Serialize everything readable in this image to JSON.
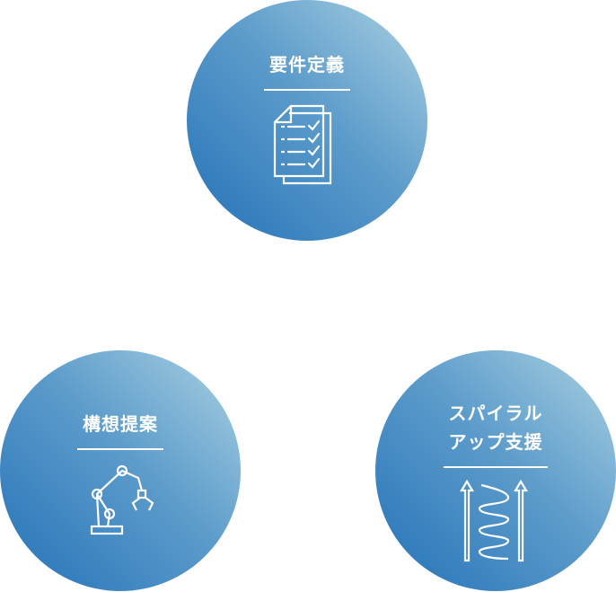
{
  "steps": [
    {
      "title": "要件定義",
      "icon": "document-checklist-icon"
    },
    {
      "title": "構想提案",
      "icon": "robot-arm-icon"
    },
    {
      "title_line1": "スパイラル",
      "title_line2": "アップ支援",
      "icon": "spiral-up-arrows-icon"
    }
  ],
  "colors": {
    "gradient_light": "#acd2e2",
    "gradient_dark": "#2472b8"
  }
}
